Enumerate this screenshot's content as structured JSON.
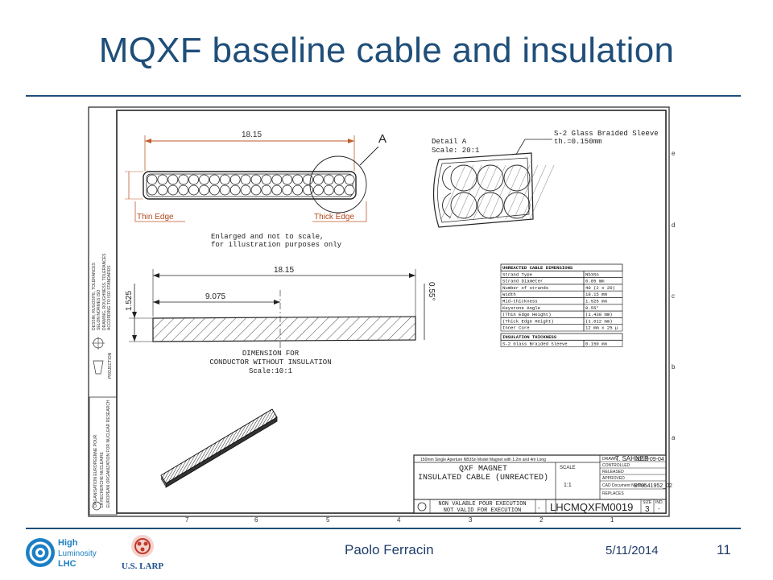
{
  "slide": {
    "title": "MQXF baseline cable and insulation",
    "footer": {
      "author": "Paolo Ferracin",
      "date": "5/11/2014",
      "page": "11"
    },
    "logos": {
      "high_lumi_lines": [
        "High",
        "Luminosity",
        "LHC"
      ],
      "larp": "U.S. LARP"
    }
  },
  "drawing": {
    "top_width_dim": "18.15",
    "detail_marker": "A",
    "thin_edge_label": "Thin Edge",
    "thick_edge_label": "Thick Edge",
    "note_lines": [
      "Enlarged and not to scale,",
      "for illustration purposes only"
    ],
    "detail_title": "Detail A",
    "detail_scale": "Scale:  20:1",
    "sleeve_label": "S-2 Glass Braided Sleeve",
    "sleeve_thickness": "th.=0.150mm",
    "section_width_dim": "18.15",
    "section_half_dim": "9.075",
    "section_height_dim": "1.525",
    "keystone_dim": "0.55°",
    "section_caption": [
      "DIMENSION FOR",
      "CONDUCTOR WITHOUT INSULATION",
      "Scale:10:1"
    ],
    "table_header": "UNREACTED CABLE DIMENSIONS",
    "table_rows": [
      [
        "Strand Type",
        "Nb3Sn"
      ],
      [
        "Strand Diameter",
        "0.85 mm"
      ],
      [
        "Number of strands",
        "40 (2 x 20)"
      ],
      [
        "Width",
        "18.15 mm"
      ],
      [
        "Mid-thickness",
        "1.525 mm"
      ],
      [
        "Keystone Angle",
        "0.55°"
      ],
      [
        "(Thin Edge Height)",
        "(1.438 mm)"
      ],
      [
        "(Thick Edge Height)",
        "(1.612 mm)"
      ],
      [
        "Inner Core",
        "12 mm x 25 µ"
      ]
    ],
    "insulation_header": "INSULATION THICKNESS",
    "insulation_row": [
      "S-2 Glass Braided Sleeve",
      "0.150 mm"
    ],
    "left_tolerance_text": [
      "DESSIN, RUGOSITE, TOLERANCES",
      "SELON NORMES ISO",
      "DRAWING, ROUGHNESS, TOLERANCES",
      "ACCORDING TO ISO STANDARDS"
    ],
    "projection_label": "PROJECTION",
    "org_text": [
      "ORGANISATION EUROPEENNE POUR",
      "LA RECHERCHE NUCLEAIRE",
      "EUROPEAN ORGANIZATION FOR NUCLEAR RESEARCH"
    ],
    "tb_project": "150mm Single Aperture NB3Sn Model Magnet with 1.2m and 4m Long",
    "tb_title_line1": "QXF MAGNET",
    "tb_title_line2": "INSULATED CABLE (UNREACTED)",
    "tb_drawn_label": "DRAWN",
    "tb_drawn_name": "T. SAHNER",
    "tb_drawn_date": "2013-09-04",
    "tb_controlled": "CONTROLLED",
    "tb_released": "RELEASED",
    "tb_approved": "APPROVED",
    "tb_cad_label": "CAD Document Number",
    "tb_cad_value": "ST0541952_02",
    "tb_replaces": "REPLACES",
    "tb_scale_label": "SCALE",
    "tb_scale": "1:1",
    "tb_nonvalid_fr": "NON VALABLE POUR EXECUTION",
    "tb_nonvalid_en": "NOT VALID FOR EXECUTION",
    "tb_drawing_number": "LHCMQXFM0019",
    "tb_size_label": "SIZE",
    "tb_size": "3",
    "tb_ind_label": "IND.",
    "tb_ind": "-",
    "tb_dash": "-",
    "col_numbers": [
      "7",
      "6",
      "5",
      "4",
      "3",
      "2",
      "1"
    ],
    "row_letters": [
      "e",
      "d",
      "c",
      "b",
      "a"
    ]
  }
}
